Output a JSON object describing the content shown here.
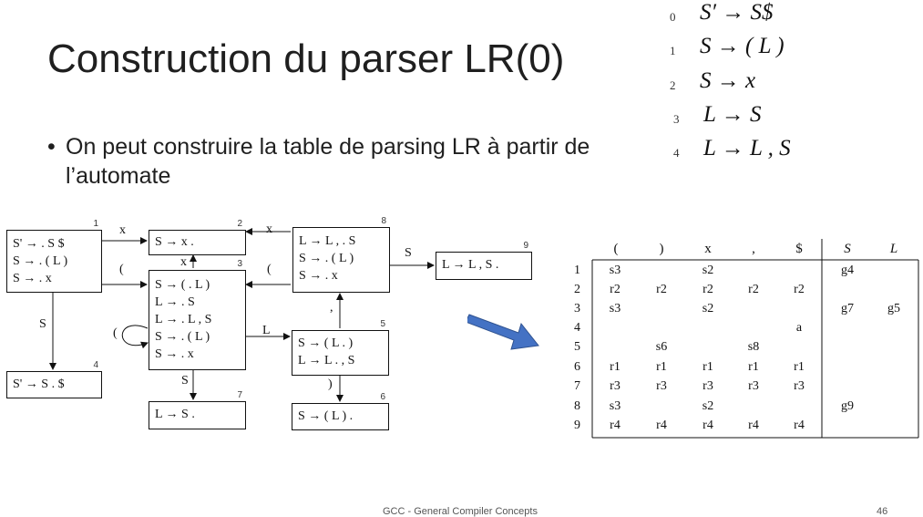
{
  "slide": {
    "title": "Construction du parser LR(0)",
    "bullet_marker": "•",
    "bullet": "On peut construire la table de parsing LR à partir de l’automate",
    "footer": "GCC - General Compiler Concepts",
    "page_number": "46"
  },
  "grammar": [
    {
      "num": "0",
      "rule": "S′ → S$"
    },
    {
      "num": "1",
      "rule": "S → ( L )"
    },
    {
      "num": "2",
      "rule": "S → x"
    },
    {
      "num": "3",
      "rule": "L → S"
    },
    {
      "num": "4",
      "rule": "L → L , S"
    }
  ],
  "automaton": {
    "states": [
      {
        "id": "1",
        "items": [
          "S' → . S $",
          "S → . ( L )",
          "S → . x"
        ]
      },
      {
        "id": "2",
        "items": [
          "S → x ."
        ]
      },
      {
        "id": "3",
        "items": [
          "S → ( . L )",
          "L → . S",
          "L → . L , S",
          "S → . ( L )",
          "S → . x"
        ]
      },
      {
        "id": "4",
        "items": [
          "S' → S . $"
        ]
      },
      {
        "id": "5",
        "items": [
          "S → ( L . )",
          "L → L . , S"
        ]
      },
      {
        "id": "6",
        "items": [
          "S → ( L ) ."
        ]
      },
      {
        "id": "7",
        "items": [
          "L → S ."
        ]
      },
      {
        "id": "8",
        "items": [
          "L → L , . S",
          "S → . ( L )",
          "S → . x"
        ]
      },
      {
        "id": "9",
        "items": [
          "L → L , S ."
        ]
      }
    ],
    "transitions": [
      {
        "from": "1",
        "to": "2",
        "label": "x"
      },
      {
        "from": "1",
        "to": "3",
        "label": "("
      },
      {
        "from": "1",
        "to": "4",
        "label": "S"
      },
      {
        "from": "3",
        "to": "2",
        "label": "x"
      },
      {
        "from": "3",
        "to": "3",
        "label": "("
      },
      {
        "from": "3",
        "to": "7",
        "label": "S"
      },
      {
        "from": "3",
        "to": "5",
        "label": "L"
      },
      {
        "from": "5",
        "to": "6",
        "label": ")"
      },
      {
        "from": "5",
        "to": "8",
        "label": ","
      },
      {
        "from": "8",
        "to": "2",
        "label": "x"
      },
      {
        "from": "8",
        "to": "3",
        "label": "("
      },
      {
        "from": "8",
        "to": "9",
        "label": "S"
      }
    ]
  },
  "arrow_color": "#4472c4",
  "parse_table": {
    "columns": [
      "(",
      ")",
      "x",
      ",",
      "$",
      "S",
      "L"
    ],
    "rows": [
      {
        "state": "1",
        "cells": [
          "s3",
          "",
          "s2",
          "",
          "",
          "g4",
          ""
        ]
      },
      {
        "state": "2",
        "cells": [
          "r2",
          "r2",
          "r2",
          "r2",
          "r2",
          "",
          ""
        ]
      },
      {
        "state": "3",
        "cells": [
          "s3",
          "",
          "s2",
          "",
          "",
          "g7",
          "g5"
        ]
      },
      {
        "state": "4",
        "cells": [
          "",
          "",
          "",
          "",
          "a",
          "",
          ""
        ]
      },
      {
        "state": "5",
        "cells": [
          "",
          "s6",
          "",
          "s8",
          "",
          "",
          ""
        ]
      },
      {
        "state": "6",
        "cells": [
          "r1",
          "r1",
          "r1",
          "r1",
          "r1",
          "",
          ""
        ]
      },
      {
        "state": "7",
        "cells": [
          "r3",
          "r3",
          "r3",
          "r3",
          "r3",
          "",
          ""
        ]
      },
      {
        "state": "8",
        "cells": [
          "s3",
          "",
          "s2",
          "",
          "",
          "g9",
          ""
        ]
      },
      {
        "state": "9",
        "cells": [
          "r4",
          "r4",
          "r4",
          "r4",
          "r4",
          "",
          ""
        ]
      }
    ]
  }
}
